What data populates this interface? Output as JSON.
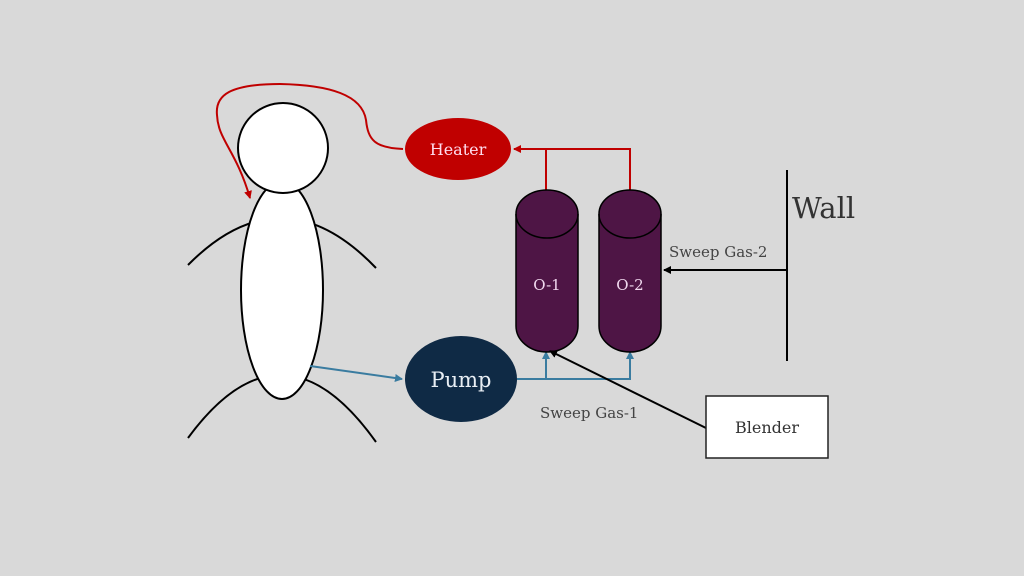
{
  "diagram": {
    "labels": {
      "heater": "Heater",
      "pump": "Pump",
      "oxygenator_1": "O-1",
      "oxygenator_2": "O-2",
      "wall": "Wall",
      "sweep_gas_1": "Sweep Gas-1",
      "sweep_gas_2": "Sweep Gas-2",
      "blender": "Blender"
    },
    "colors": {
      "background": "#d9d9d9",
      "heater": "#c00000",
      "pump": "#0f2a45",
      "oxygenator": "#4e1545",
      "warm_line": "#c00000",
      "blood_line": "#3a7ca0",
      "gas_line": "#000000"
    }
  }
}
